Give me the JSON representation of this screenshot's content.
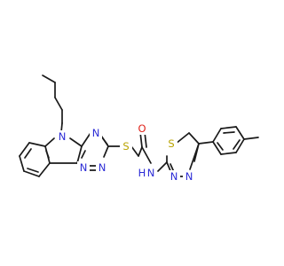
{
  "structure": {
    "kind": "chemical-structure",
    "atom_labels": [
      "N",
      "N",
      "N",
      "N",
      "S",
      "O",
      "N",
      "H",
      "S",
      "N",
      "N"
    ],
    "colors": {
      "bond": "#1a1a1a",
      "nitrogen": "#2b2bd6",
      "sulfur": "#b8a300",
      "oxygen": "#e0241b"
    }
  }
}
